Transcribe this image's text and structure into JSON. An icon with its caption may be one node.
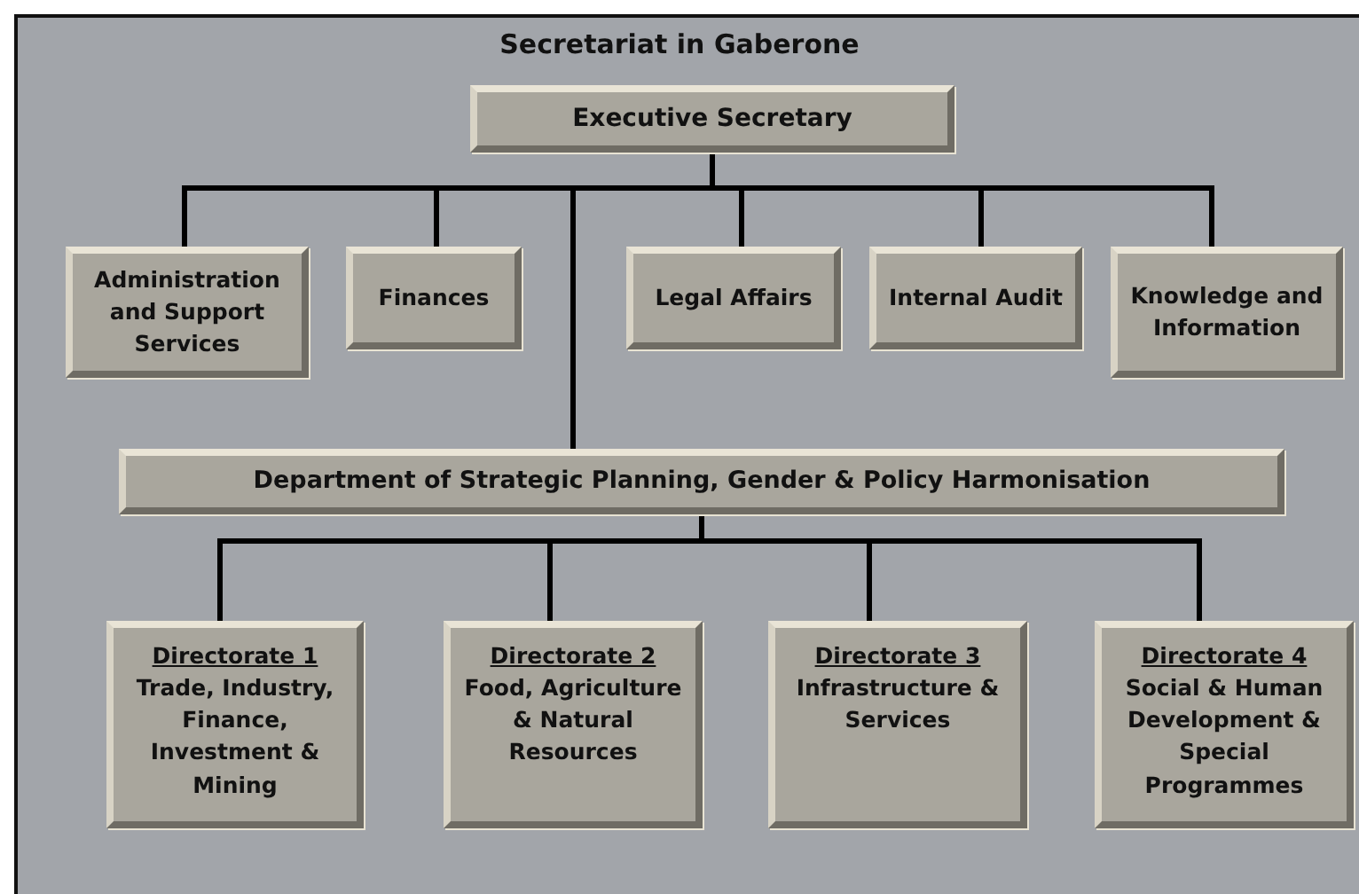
{
  "diagram": {
    "title": "Secretariat in Gaberone",
    "nodes": [
      {
        "text": [
          "Executive Secretary"
        ]
      },
      {
        "text": [
          "Administration and Support Services"
        ]
      },
      {
        "text": [
          "Finances"
        ]
      },
      {
        "text": [
          "Legal Affairs"
        ]
      },
      {
        "text": [
          "Internal Audit"
        ]
      },
      {
        "text": [
          "Knowledge and Information"
        ]
      },
      {
        "text": [
          "Department of Strategic Planning, Gender & Policy Harmonisation"
        ]
      },
      {
        "text": [
          "Directorate 1",
          "Trade, Industry, Finance, Investment & Mining"
        ]
      },
      {
        "text": [
          "Directorate 2",
          "Food, Agriculture & Natural Resources"
        ]
      },
      {
        "text": [
          "Directorate 3",
          "Infrastructure & Services"
        ]
      },
      {
        "text": [
          "Directorate 4",
          "Social & Human Development & Special Programmes"
        ]
      }
    ],
    "edges": [
      {
        "from": 0,
        "to": 1,
        "arrow": "none"
      },
      {
        "from": 0,
        "to": 2,
        "arrow": "none"
      },
      {
        "from": 0,
        "to": 3,
        "arrow": "none"
      },
      {
        "from": 0,
        "to": 4,
        "arrow": "none"
      },
      {
        "from": 0,
        "to": 5,
        "arrow": "none"
      },
      {
        "from": 0,
        "to": 6,
        "arrow": "none"
      },
      {
        "from": 6,
        "to": 7,
        "arrow": "none"
      },
      {
        "from": 6,
        "to": 8,
        "arrow": "none"
      },
      {
        "from": 6,
        "to": 9,
        "arrow": "none"
      },
      {
        "from": 6,
        "to": 10,
        "arrow": "none"
      }
    ]
  }
}
